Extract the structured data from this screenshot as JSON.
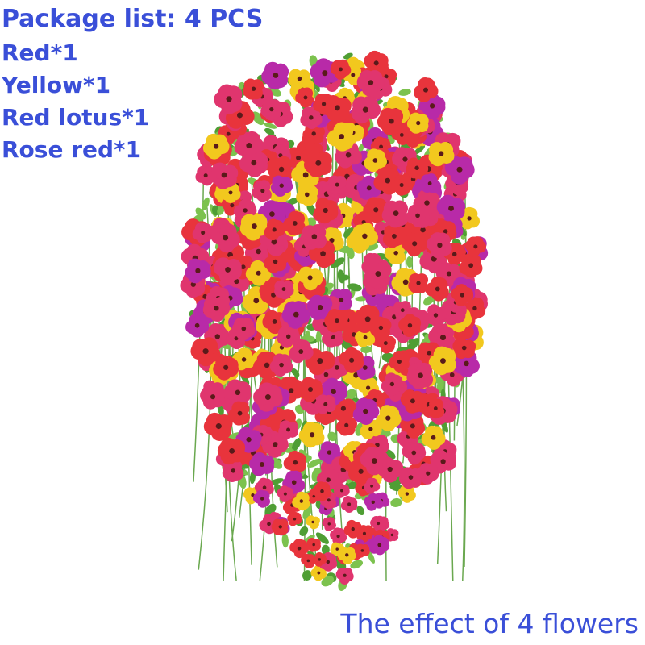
{
  "package": {
    "title": "Package list: 4 PCS",
    "items": [
      "Red*1",
      "Yellow*1",
      "Red lotus*1",
      "Rose red*1"
    ]
  },
  "caption": "The effect of 4 flowers",
  "colors": {
    "text": "#3a4fd8",
    "background": "#ffffff",
    "flower_red": "#e8343c",
    "flower_yellow": "#f2c81e",
    "flower_rose_red": "#e0356e",
    "flower_magenta": "#b82aa8",
    "foliage": "#4f9e34"
  }
}
